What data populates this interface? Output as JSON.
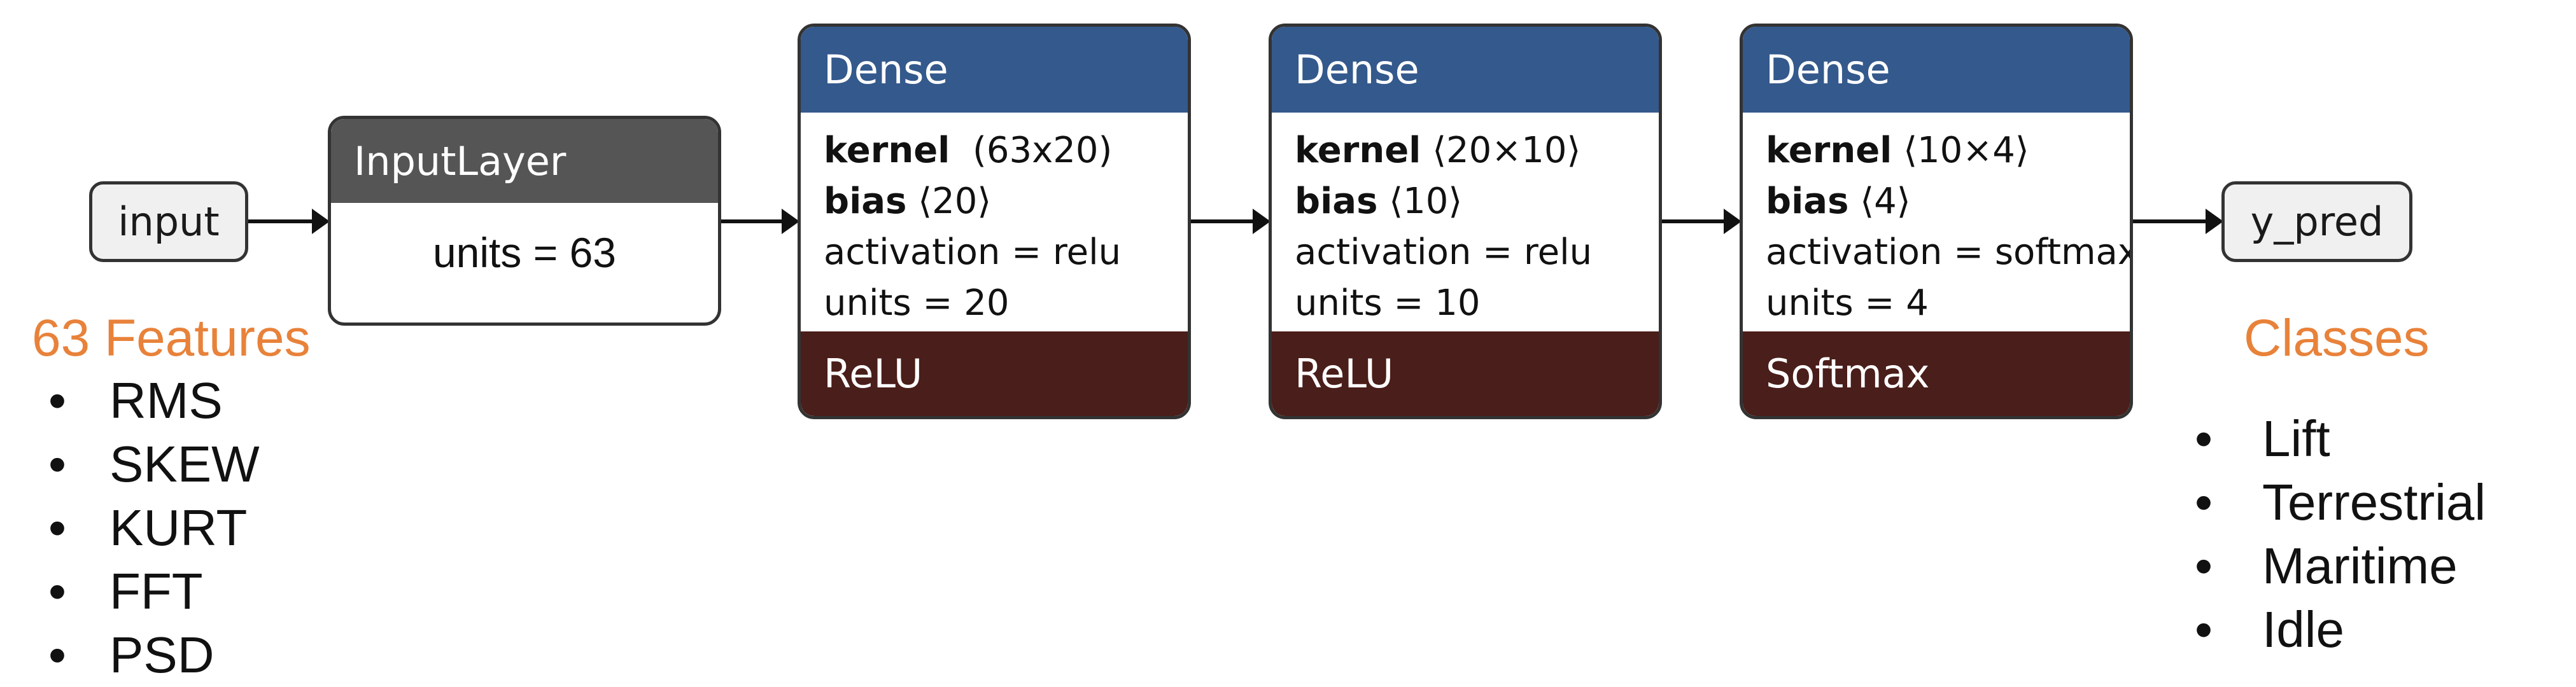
{
  "input_node": {
    "label": "input"
  },
  "output_node": {
    "label": "y_pred"
  },
  "input_layer": {
    "title": "InputLayer",
    "units": "units = 63"
  },
  "dense_layers": [
    {
      "title": "Dense",
      "kernel_label": "kernel",
      "kernel_value": "(63x20)",
      "bias_label": "bias",
      "bias_value": "⟨20⟩",
      "activation": "activation = relu",
      "units": "units = 20",
      "footer": "ReLU"
    },
    {
      "title": "Dense",
      "kernel_label": "kernel",
      "kernel_value": "⟨20×10⟩",
      "bias_label": "bias",
      "bias_value": "⟨10⟩",
      "activation": "activation = relu",
      "units": "units = 10",
      "footer": "ReLU"
    },
    {
      "title": "Dense",
      "kernel_label": "kernel",
      "kernel_value": "⟨10×4⟩",
      "bias_label": "bias",
      "bias_value": "⟨4⟩",
      "activation": "activation = softmax",
      "units": "units = 4",
      "footer": "Softmax"
    }
  ],
  "features": {
    "title": "63 Features",
    "items": [
      "RMS",
      "SKEW",
      "KURT",
      "FFT",
      "PSD"
    ]
  },
  "classes": {
    "title": "Classes",
    "items": [
      "Lift",
      "Terrestrial",
      "Maritime",
      "Idle"
    ]
  },
  "colors": {
    "input_layer_header": "#555555",
    "dense_header": "#34598c",
    "activation_footer": "#4a1e1a",
    "accent_orange": "#e8823a"
  }
}
